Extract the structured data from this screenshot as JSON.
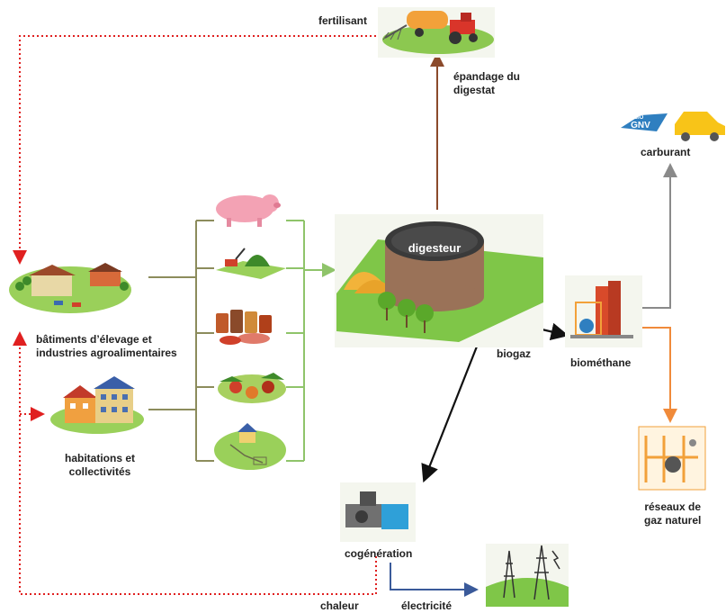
{
  "labels": {
    "fertilisant": "fertilisant",
    "epandage": [
      "épandage du",
      "digestat"
    ],
    "carburant": "carburant",
    "gnv_badge_top": "BIO",
    "gnv_badge": "GNV",
    "digesteur": "digesteur",
    "batiments": [
      "bâtiments d’élevage et",
      "industries agroalimentaires"
    ],
    "habitations": [
      "habitations et",
      "collectivités"
    ],
    "biogaz": "biogaz",
    "biomethane": "biométhane",
    "reseaux": [
      "réseaux de",
      "gaz naturel"
    ],
    "cogeneration": "cogénération",
    "chaleur": "chaleur",
    "electricite": "électricité"
  },
  "colors": {
    "fertilizer_loop": "#e02020",
    "digestate_arrow": "#8b4a2b",
    "feed_bracket": "#8c8c5c",
    "feed_arrow": "#8fc46a",
    "biogas_arrow": "#111111",
    "fuel_arrow": "#8a8a8a",
    "grid_arrow": "#f08a3a",
    "electricity_arrow": "#3a5a9a"
  },
  "inputs": [
    "pig-icon",
    "mower-grass-icon",
    "canned-food-icon",
    "vegetables-icon",
    "house-septic-icon"
  ]
}
